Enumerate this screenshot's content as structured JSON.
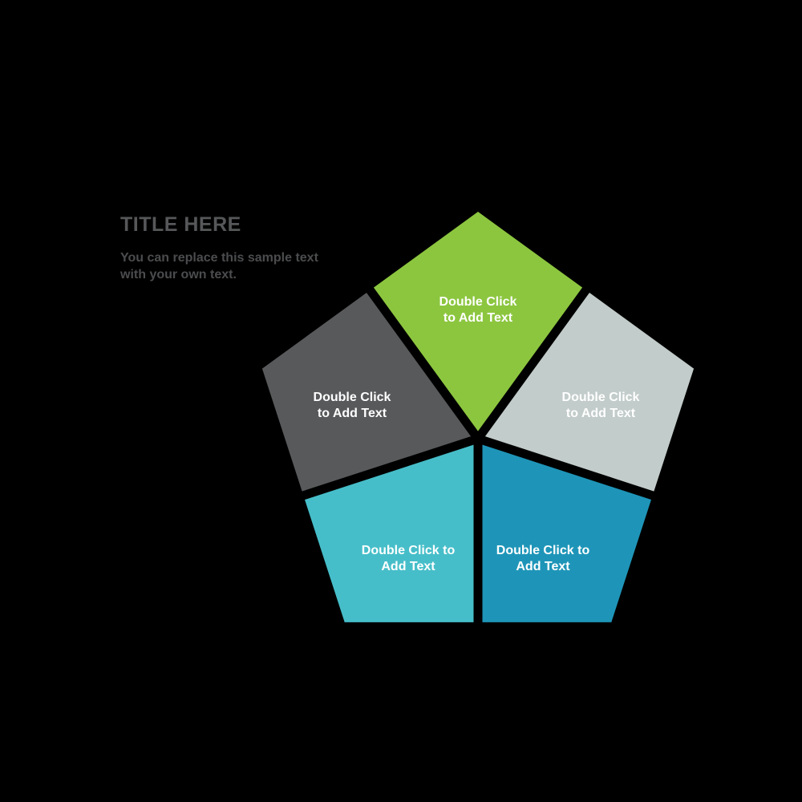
{
  "page": {
    "background_color": "#000000"
  },
  "header": {
    "title": "TITLE HERE",
    "title_color": "#565759",
    "body_line1": "You can replace this sample text",
    "body_line2": "with your own text.",
    "body_color": "#4B4C4E"
  },
  "diagram": {
    "type": "pentagon-5-segments",
    "label_color": "#FFFFFF",
    "seam_color": "#000000",
    "segments": [
      {
        "id": "top",
        "color": "#8CC63F",
        "line1": "Double Click",
        "line2": "to Add Text"
      },
      {
        "id": "right",
        "color": "#C2CCCA",
        "line1": "Double Click",
        "line2": "to Add Text"
      },
      {
        "id": "bottom-right",
        "color": "#1E95B8",
        "line1": "Double Click to",
        "line2": "Add Text"
      },
      {
        "id": "bottom-left",
        "color": "#46BEC9",
        "line1": "Double Click to",
        "line2": "Add Text"
      },
      {
        "id": "left",
        "color": "#58595B",
        "line1": "Double Click",
        "line2": "to Add Text"
      }
    ]
  }
}
